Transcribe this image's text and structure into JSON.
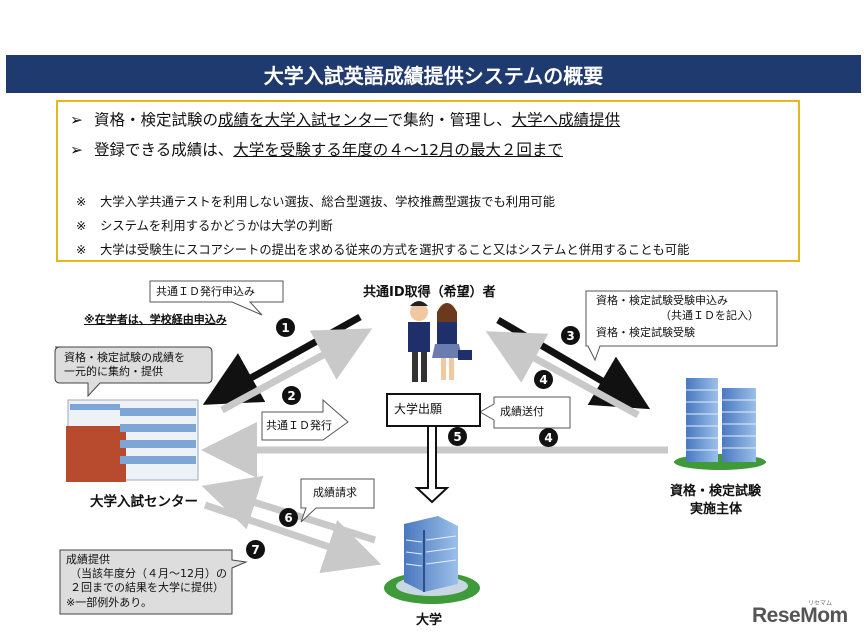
{
  "title": "大学入試英語成績提供システムの概要",
  "bullets": [
    {
      "marker": "➢",
      "pre": "資格・検定試験の",
      "ul1": "成績を大学入試センター",
      "mid": "で集約・管理し、",
      "ul2": "大学へ成績提供",
      "post": ""
    },
    {
      "marker": "➢",
      "pre": "登録できる成績は、",
      "ul1": "大学を受験する年度の４～12月の最大２回まで",
      "mid": "",
      "ul2": "",
      "post": ""
    }
  ],
  "notes": [
    {
      "marker": "※",
      "text": "大学入学共通テストを利用しない選抜、総合型選抜、学校推薦型選抜でも利用可能"
    },
    {
      "marker": "※",
      "text": "システムを利用するかどうかは大学の判断"
    },
    {
      "marker": "※",
      "text": "大学は受験生にスコアシートの提出を求める従来の方式を選択すること又はシステムと併用することも可能"
    }
  ],
  "nodes": {
    "applicant": "共通ID取得（希望）者",
    "center": "大学入試センター",
    "exam_body_line1": "資格・検定試験",
    "exam_body_line2": "実施主体",
    "university": "大学"
  },
  "callouts": {
    "id_apply": "共通ＩＤ発行申込み",
    "enrolled_note": "※在学者は、学校経由申込み",
    "center_role_line1": "資格・検定試験の成績を",
    "center_role_line2": "一元的に集約・提供",
    "id_issue": "共通ＩＤ発行",
    "exam_apply_line1": "資格・検定試験受験申込み",
    "exam_apply_line2": "（共通ＩＤを記入）",
    "exam_apply_line3": "資格・検定試験受験",
    "score_send": "成績送付",
    "univ_apply": "大学出願",
    "score_request": "成績請求",
    "provide_line1": "成績提供",
    "provide_line2": "（当該年度分（４月～12月）の",
    "provide_line3": "２回までの結果を大学に提供）",
    "provide_line4": "※一部例外あり。"
  },
  "step_numbers": [
    "1",
    "2",
    "3",
    "4",
    "4",
    "5",
    "6",
    "7"
  ],
  "logo": "ReseMom",
  "logo_sub": "リセマム",
  "colors": {
    "title_bg": "#1f3a6e",
    "box_border": "#e6b820",
    "arrow_dark": "#111111",
    "arrow_light": "#c9c9c9"
  }
}
